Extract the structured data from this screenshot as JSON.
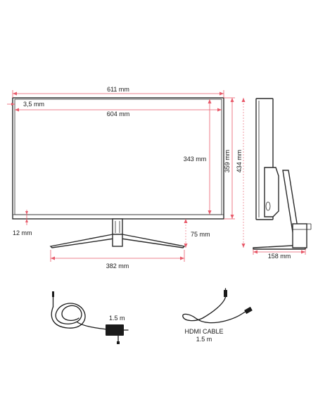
{
  "dimensions": {
    "width_total": "611 mm",
    "bezel_side": "3,5 mm",
    "screen_width": "604 mm",
    "screen_height": "343 mm",
    "panel_height": "359 mm",
    "total_height": "434 mm",
    "bezel_bottom": "12 mm",
    "stand_height": "75 mm",
    "stand_width": "382 mm",
    "depth": "158 mm"
  },
  "accessories": {
    "power_cable_length": "1.5 m",
    "hdmi_label": "HDMI CABLE",
    "hdmi_length": "1.5 m"
  },
  "colors": {
    "dimension_line": "#e85a6a",
    "outline": "#2a2a2a"
  }
}
